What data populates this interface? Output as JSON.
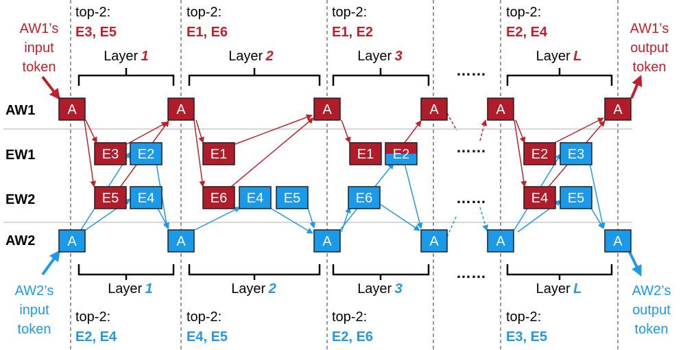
{
  "colors": {
    "aw1": "#c0202a",
    "aw2": "#1a9ae8",
    "redBox": "#b01c2a",
    "blueBox": "#1a9ae8",
    "boxBorder": "#1f1f1f",
    "separator": "#c8c8c8",
    "dashed": "#555555"
  },
  "rows": [
    "AW1",
    "EW1",
    "EW2",
    "AW2"
  ],
  "aw1": {
    "input_label": [
      "AW1’s",
      "input",
      "token"
    ],
    "output_label": [
      "AW1’s",
      "output",
      "token"
    ]
  },
  "aw2": {
    "input_label": [
      "AW2’s",
      "input",
      "token"
    ],
    "output_label": [
      "AW2’s",
      "output",
      "token"
    ]
  },
  "top_prefix": "top-2:",
  "layer_word": "Layer",
  "layers": [
    {
      "num": "1",
      "aw1_experts": "E3, E5",
      "aw2_experts": "E2, E4"
    },
    {
      "num": "2",
      "aw1_experts": "E1, E6",
      "aw2_experts": "E4, E5"
    },
    {
      "num": "3",
      "aw1_experts": "E1, E2",
      "aw2_experts": "E2, E6"
    },
    {
      "num": "L",
      "aw1_experts": "E2, E4",
      "aw2_experts": "E3, E5"
    }
  ],
  "attn_label": "A",
  "expert_boxes": [
    "E3",
    "E2",
    "E5",
    "E4",
    "E1",
    "E6",
    "E4",
    "E5",
    "E1",
    "E2",
    "E6",
    "E2",
    "E3",
    "E4",
    "E5"
  ],
  "ellipsis": "……"
}
